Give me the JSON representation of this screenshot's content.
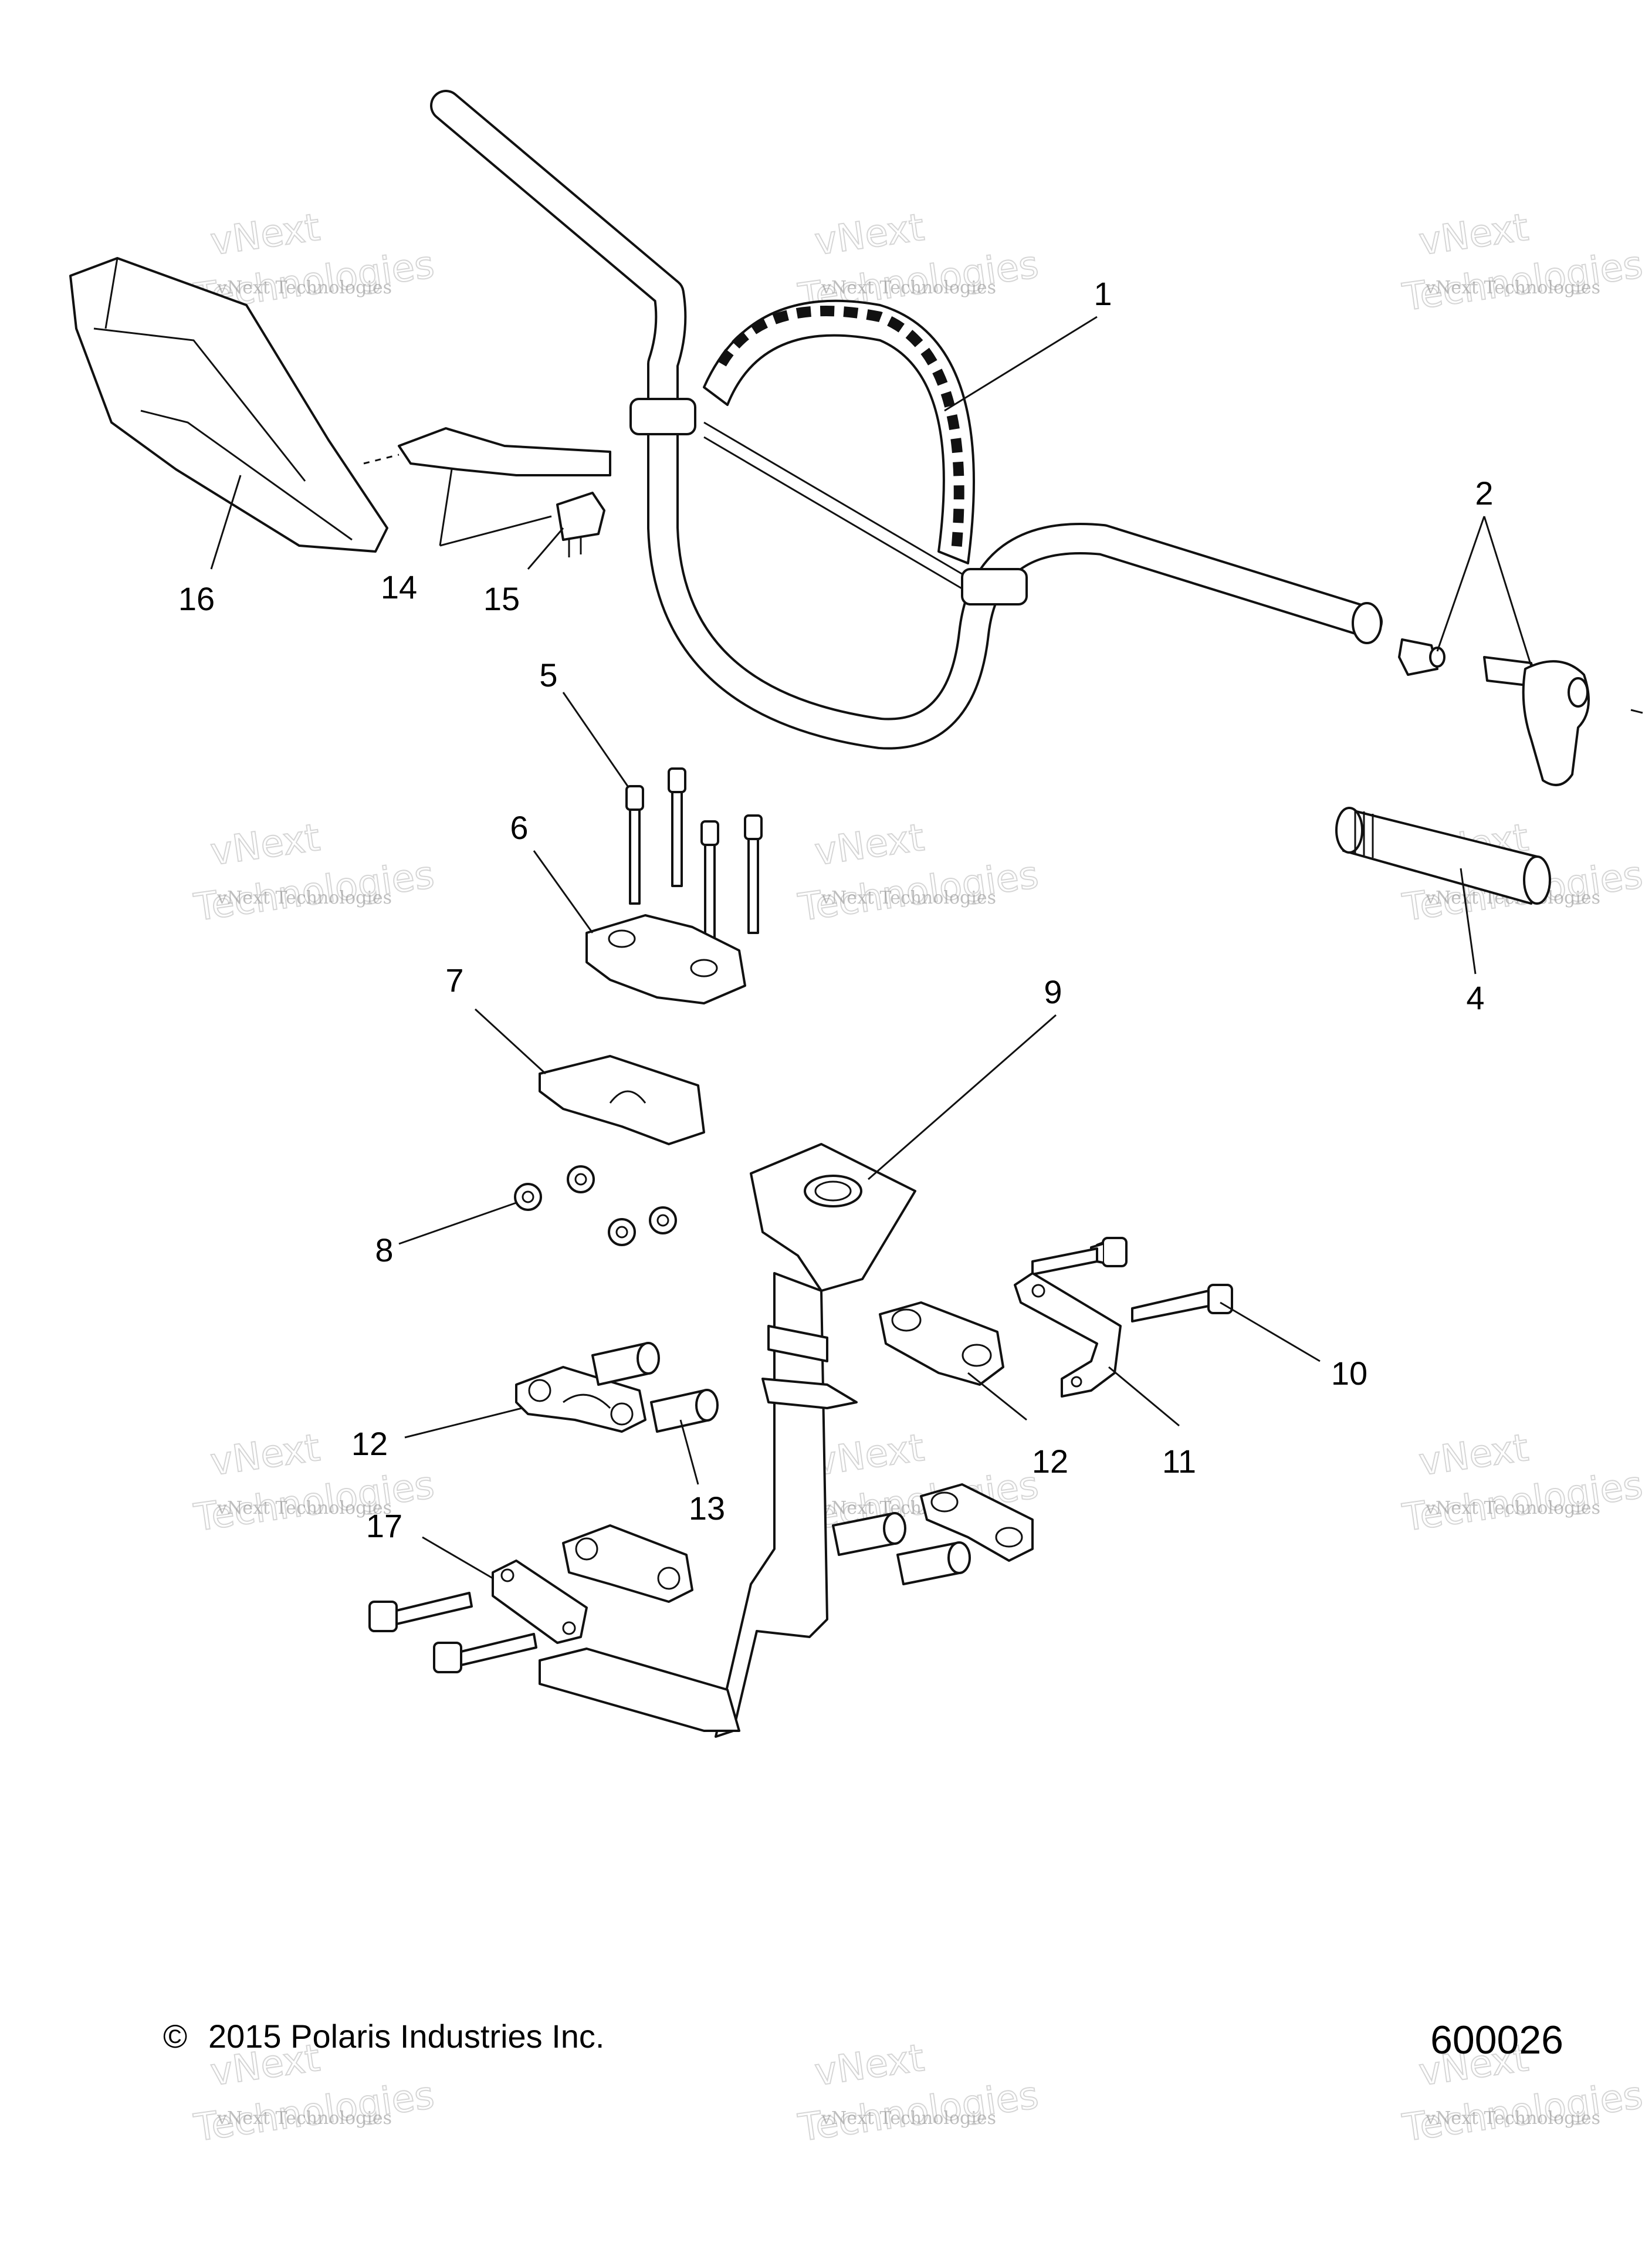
{
  "callouts": [
    {
      "label": "1"
    },
    {
      "label": "2"
    },
    {
      "label": "4"
    },
    {
      "label": "5"
    },
    {
      "label": "6"
    },
    {
      "label": "7"
    },
    {
      "label": "8"
    },
    {
      "label": "9"
    },
    {
      "label": "10"
    },
    {
      "label": "11"
    },
    {
      "label": "12"
    },
    {
      "label": "12"
    },
    {
      "label": "13"
    },
    {
      "label": "14"
    },
    {
      "label": "15"
    },
    {
      "label": "16"
    },
    {
      "label": "17"
    }
  ],
  "footer": {
    "copyright_symbol": "©",
    "copyright": "2015 Polaris Industries Inc.",
    "figure_number": "600026"
  },
  "watermark": {
    "line1": "vNext Technologies",
    "line2": "vNext",
    "line3": "Technologies"
  }
}
